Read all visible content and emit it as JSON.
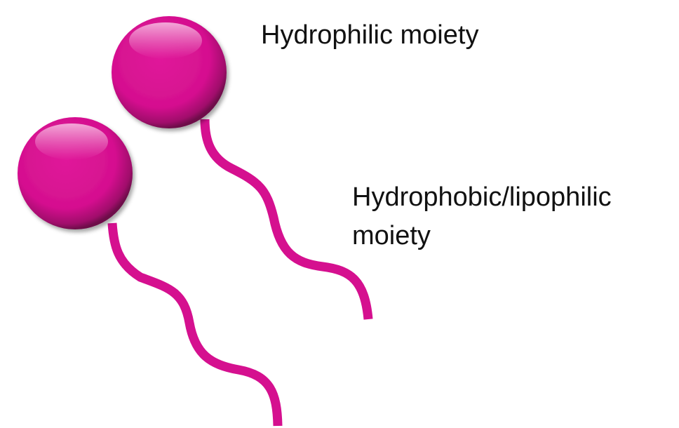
{
  "labels": {
    "hydrophilic": "Hydrophilic moiety",
    "hydrophobic_line1": "Hydrophobic/lipophilic",
    "hydrophobic_line2": "moiety"
  },
  "colors": {
    "molecule": "#d5108f",
    "molecule_dark": "#6e0a4a",
    "molecule_light": "#f4a6d8",
    "text": "#111111",
    "background": "#ffffff"
  },
  "molecules": [
    {
      "id": "back",
      "parts": [
        "hydrophilic-head",
        "hydrophobic-tail"
      ]
    },
    {
      "id": "front",
      "parts": [
        "hydrophilic-head",
        "hydrophobic-tail"
      ]
    }
  ]
}
